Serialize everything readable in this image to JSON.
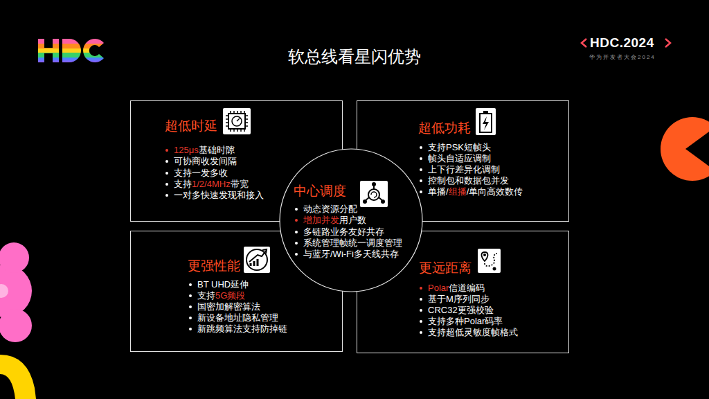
{
  "diagram": {
    "title": "软总线看星闪优势",
    "nodes": [
      {
        "text": [
          "超低时延",
          "125μs",
          "基础时隙",
          "可协商收发间隔",
          "支持一发多收",
          "支持",
          "1/2/4MHz",
          "带宽",
          "一对多快速发现和接入"
        ]
      },
      {
        "text": [
          "超低功耗",
          "支持PSK短帧头",
          "帧头自适应调制",
          "上下行差异化调制",
          "控制包和数据包并发",
          "单播/",
          "组播",
          "/单向高效数传"
        ]
      },
      {
        "text": [
          "中心调度",
          "动态资源分配",
          "增加并发",
          "用户数",
          "多链路业务友好共存",
          "系统管理帧统一调度管理",
          "与蓝牙/Wi-Fi多天线共存"
        ]
      },
      {
        "text": [
          "更强性能",
          "BT UHD延伸",
          "支持",
          "5G频段",
          "国密加解密算法",
          "新设备地址隐私管理",
          "新跳频算法支持防掉链"
        ]
      },
      {
        "text": [
          "更远距离",
          "Polar",
          "信道编码",
          "基于M序列同步",
          "CRC32更强校验",
          "支持多种Polar码率",
          "支持超低灵敏度帧格式"
        ]
      }
    ],
    "labels": [
      "HDC.2024",
      "华为开发者大会2024"
    ]
  }
}
